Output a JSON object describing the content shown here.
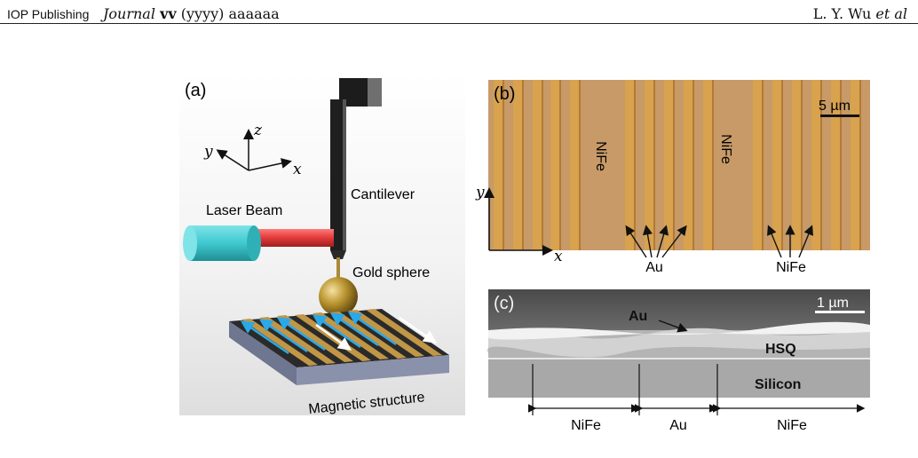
{
  "header": {
    "publisher": "IOP Publishing",
    "journal": "Journal",
    "volume": "vv",
    "year": "(yyyy)",
    "article": "aaaaaa",
    "authors": "L. Y. Wu",
    "etal": "et al"
  },
  "panel_a": {
    "label": "(a)",
    "axis_z": "z",
    "axis_y": "y",
    "axis_x": "x",
    "laser": "Laser Beam",
    "cantilever": "Cantilever",
    "sphere": "Gold sphere",
    "structure": "Magnetic structure"
  },
  "panel_b": {
    "label": "(b)",
    "scale": "5 µm",
    "nife_stripe_1": "NiFe",
    "nife_stripe_2": "NiFe",
    "axis_y": "y",
    "axis_x": "x",
    "au": "Au",
    "nife": "NiFe"
  },
  "panel_c": {
    "label": "(c)",
    "scale": "1 µm",
    "au_layer": "Au",
    "hsq": "HSQ",
    "silicon": "Silicon",
    "dim_nife_left": "NiFe",
    "dim_au": "Au",
    "dim_nife_right": "NiFe"
  },
  "colors": {
    "laser_body": "#3ec9cf",
    "laser_beam": "#e23a3a",
    "gold": "#b8922e",
    "stripe_gold": "#d8a24e",
    "stripe_dark": "#b37a36",
    "field_arrow": "#2aa8e8"
  }
}
